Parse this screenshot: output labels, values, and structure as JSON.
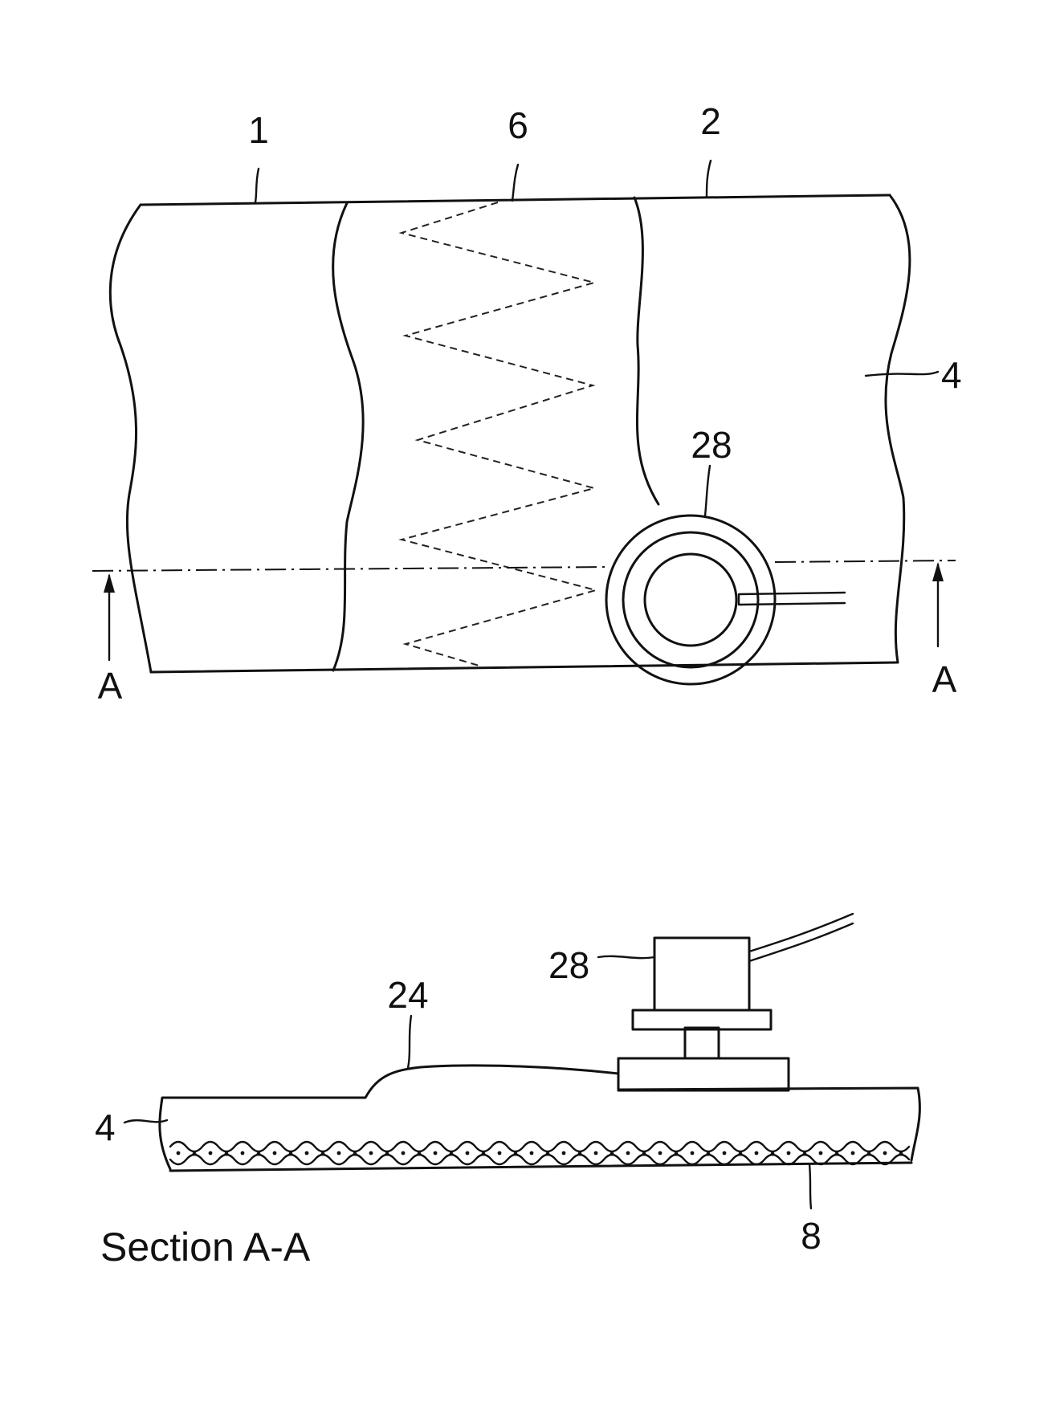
{
  "top_view": {
    "labels": {
      "part_1": "1",
      "part_6": "6",
      "part_2": "2",
      "part_4": "4",
      "part_28": "28",
      "section_left": "A",
      "section_right": "A"
    }
  },
  "section_view": {
    "labels": {
      "part_28": "28",
      "part_24": "24",
      "part_4": "4",
      "part_8": "8"
    },
    "caption": "Section A-A"
  }
}
